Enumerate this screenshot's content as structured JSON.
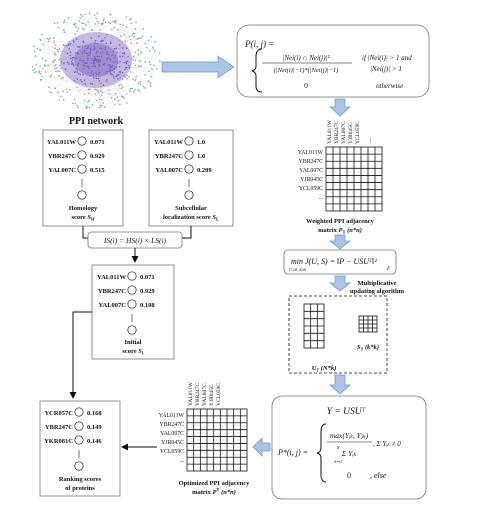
{
  "network": {
    "caption": "PPI network"
  },
  "homology": {
    "proteins": [
      "YAL011W",
      "YBR247C",
      "YAL007C"
    ],
    "values": [
      "0.071",
      "0.929",
      "0.515"
    ],
    "label_line1": "Homology",
    "label_line2": "score",
    "symbol": "S",
    "subscript": "H"
  },
  "subcellular": {
    "proteins": [
      "YAL011W",
      "YBR247C",
      "YAL007C"
    ],
    "values": [
      "1.0",
      "1.0",
      "0.209"
    ],
    "label_line1": "Subcellular",
    "label_line2": "localization score",
    "symbol": "S",
    "subscript": "L"
  },
  "is_formula": "IS(i) = HS(i) × LS(i)",
  "initial": {
    "proteins": [
      "YAL011W",
      "YBR247C",
      "YAL007C"
    ],
    "values": [
      "0.071",
      "0.929",
      "0.108"
    ],
    "label_line1": "Initial",
    "label_line2": "score",
    "symbol": "S",
    "subscript": "I"
  },
  "ranking": {
    "proteins": [
      "YCR057C",
      "YBR247C",
      "YKR081C"
    ],
    "values": [
      "0.168",
      "0.149",
      "0.146"
    ],
    "label_line1": "Ranking scores",
    "label_line2": "of proteins"
  },
  "pij_formula": {
    "lhs": "P(i, j) =",
    "case1_num": "|Nei(i) ∩ Nei(j)|²",
    "case1_den": "(|Nei(i)|−1)*(|Nei(j)|−1)",
    "case1_cond1": "if  |Nei(i)| > 1 and",
    "case1_cond2": "|Nei(j)| > 1",
    "case2_val": "0",
    "case2_cond": "otherwise"
  },
  "weighted_matrix": {
    "row_labels": [
      "YAL011W",
      "YBR247C",
      "YAL007C",
      "YJR045C",
      "YCL059C",
      "..."
    ],
    "col_labels": [
      "YAL011W",
      "YBR247C",
      "YAL007C",
      "YJR045C",
      "YCL059C"
    ],
    "col_more": "|",
    "caption_line1": "Weighted PPI adjacency",
    "caption_line2": "matrix",
    "symbol": "P",
    "subscript": "T",
    "dims": "(n*n)"
  },
  "nmf": {
    "objective": "min  J(U, S) = ‖P − USUᵀ‖²",
    "constraint": "U≥0, S≥0",
    "norm_sub": "F",
    "update_line1": "Multiplicative",
    "update_line2": "updating algorithm"
  },
  "factors": {
    "u_label": "U",
    "u_sub": "T",
    "u_dims": "(N*k)",
    "s_label": "S",
    "s_sub": "T",
    "s_dims": "(k*k)"
  },
  "reconstruct": {
    "y_formula": "Y = USUᵀ",
    "p_lhs": "P*(i, j) =",
    "max_expr": "max(Yᵢₖ, Yⱼₖ)",
    "sum_den": "Σ Yᵢₖ",
    "sum_top": "N",
    "sum_bot": "k=0",
    "sum_cond": ", Σ Yᵢₖ ≠ 0",
    "else_val": "0",
    "else_cond": ",  else"
  },
  "optimized_matrix": {
    "row_labels": [
      "YAL011W",
      "YBR247C",
      "YAL007C",
      "YJR045C",
      "YCL059C",
      "..."
    ],
    "col_labels": [
      "YAL011W",
      "YBR247C",
      "YAL007C",
      "YJR045C",
      "YCL059C"
    ],
    "caption_line1": "Optimized PPI adjacency",
    "caption_line2": "matrix",
    "symbol": "P",
    "subscript": "T",
    "dims": "(n*n)"
  }
}
